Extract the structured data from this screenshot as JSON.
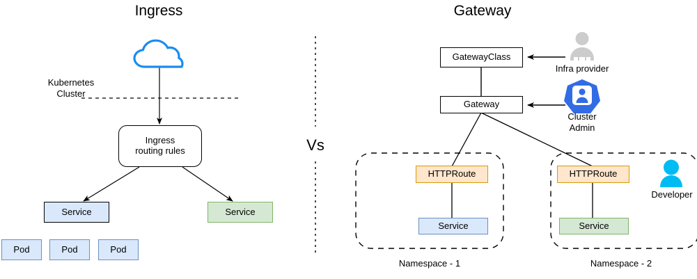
{
  "diagram": {
    "left_title": "Ingress",
    "right_title": "Gateway",
    "comparator": "Vs"
  },
  "ingress_side": {
    "cluster_label_line1": "Kubernetes",
    "cluster_label_line2": "Cluster",
    "cloud_icon": "cloud-icon",
    "routing_box_line1": "Ingress",
    "routing_box_line2": "routing rules",
    "service_left": "Service",
    "service_right": "Service",
    "pods": [
      "Pod",
      "Pod",
      "Pod"
    ]
  },
  "gateway_side": {
    "gateway_class": "GatewayClass",
    "gateway": "Gateway",
    "infra_provider_label": "Infra provider",
    "cluster_admin_label_line1": "Cluster",
    "cluster_admin_label_line2": "Admin",
    "developer_label": "Developer",
    "namespaces": [
      {
        "name": "Namespace - 1",
        "httproute": "HTTPRoute",
        "service": "Service"
      },
      {
        "name": "Namespace - 2",
        "httproute": "HTTPRoute",
        "service": "Service"
      }
    ]
  },
  "colors": {
    "blue_fill": "#dae8fc",
    "blue_stroke": "#6c8ebf",
    "green_fill": "#d5e8d4",
    "green_stroke": "#82b366",
    "orange_fill": "#ffe6cc",
    "orange_stroke": "#d79b00",
    "cloud_blue": "#1a8cf0",
    "k8s_blue": "#326ce5",
    "developer_cyan": "#00bcf2",
    "infra_grey": "#cccccc",
    "line_black": "#000000"
  }
}
